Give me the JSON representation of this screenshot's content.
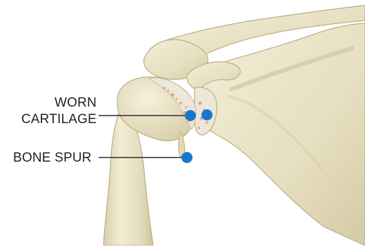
{
  "labels": {
    "worn_cartilage_line1": "WORN",
    "worn_cartilage_line2": "CARTILAGE",
    "bone_spur": "BONE SPUR"
  },
  "colors": {
    "bone_fill": "#e9e2c4",
    "bone_shadow": "#cfc6a2",
    "bone_outline": "#b9ae85",
    "cartilage": "#ece7d8",
    "cartilage_damage": "#e39a80",
    "marker": "#1577cc",
    "leader_line": "#2b2b2b",
    "label_text": "#1f1f1f"
  },
  "markers": [
    {
      "name": "worn-cartilage-marker-humerus"
    },
    {
      "name": "worn-cartilage-marker-glenoid"
    },
    {
      "name": "bone-spur-marker"
    }
  ]
}
